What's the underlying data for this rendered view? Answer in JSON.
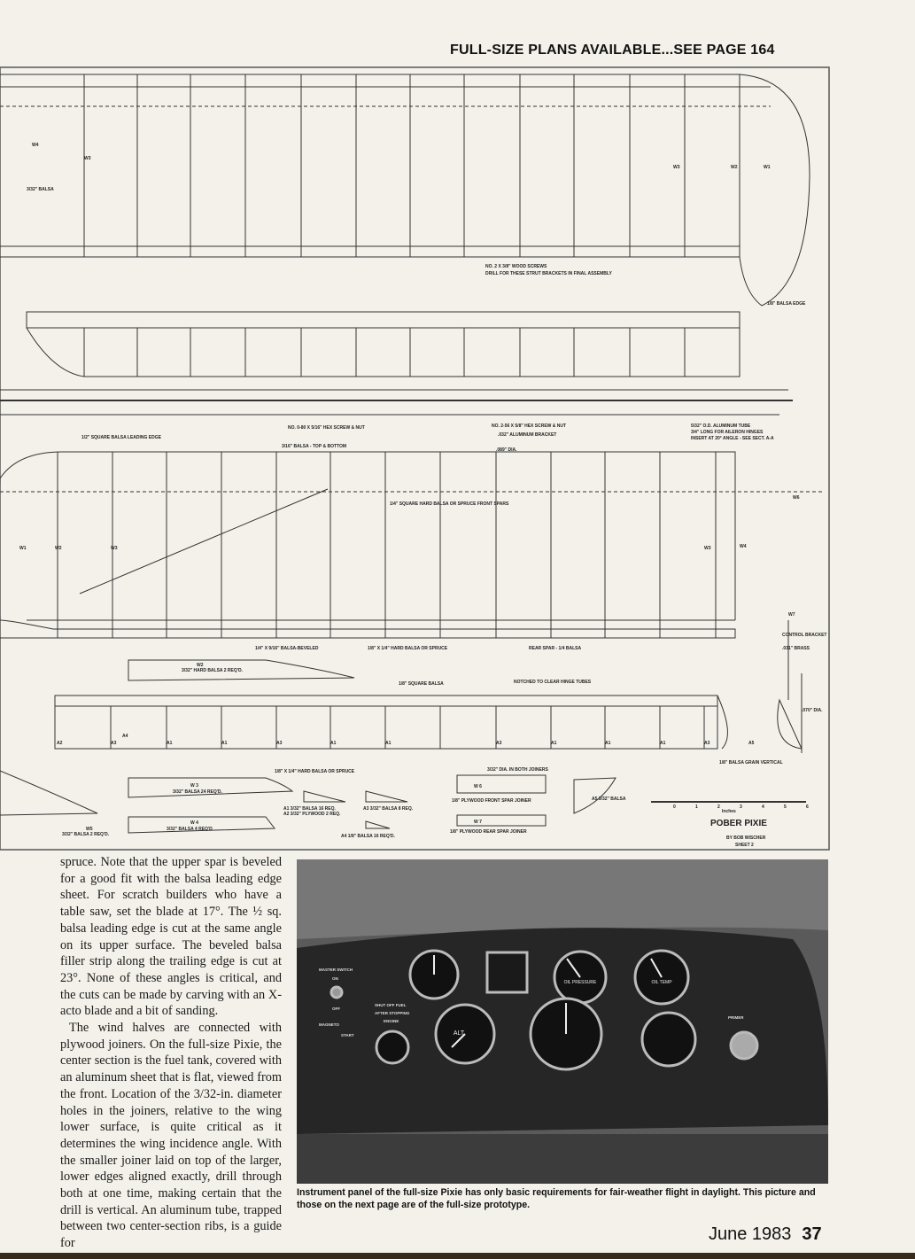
{
  "header": {
    "plans_notice": "FULL-SIZE PLANS AVAILABLE...SEE PAGE 164"
  },
  "plans": {
    "title": "POBER PIXIE",
    "byline": "BY BOB WISCHER",
    "sheet": "SHEET 2",
    "scale_label": "Inches",
    "scale_ticks": [
      "0",
      "1",
      "2",
      "3",
      "4",
      "5",
      "6"
    ],
    "labels": {
      "w1": "W1",
      "w2": "W2",
      "w3": "W3",
      "w4": "W4",
      "w6": "W6",
      "w7": "W7",
      "balsa_332": "3/32\" BALSA",
      "wood_screws": "NO. 2 X 3/8\" WOOD SCREWS",
      "drill_note": "DRILL FOR THESE STRUT BRACKETS IN FINAL ASSEMBLY",
      "balsa_edge": "1/8\" BALSA EDGE",
      "leading_edge": "1/2\" SQUARE BALSA LEADING EDGE",
      "hex_screw_1": "NO. 0-80 X 5/16\" HEX SCREW & NUT",
      "balsa_top_bottom": "3/16\" BALSA - TOP & BOTTOM",
      "hex_screw_2": "NO. 2-56 X 5/8\" HEX SCREW & NUT",
      "alum_bracket": ".032\" ALUMINUM BRACKET",
      "dia_089": ".089\" DIA.",
      "alum_tube": "5/32\" O.D. ALUMINUM TUBE",
      "alum_tube_2": "3/4\" LONG FOR AILERON HINGES",
      "alum_tube_3": "INSERT AT 20° ANGLE - SEE SECT. A-A",
      "front_spars": "1/4\" SQUARE HARD BALSA OR SPRUCE FRONT SPARS",
      "beveled": "1/4\" X 9/16\" BALSA-BEVELED",
      "hard_balsa_spruce": "1/8\" X 1/4\" HARD BALSA OR SPRUCE",
      "rear_spar": "REAR SPAR - 1/4 BALSA",
      "control_bracket": "CONTROL BRACKET",
      "brass": ".031\" BRASS",
      "w2_part": "W2",
      "w2_desc": "3/32\" HARD BALSA 2 REQ'D.",
      "square_balsa": "1/8\" SQUARE BALSA",
      "notched": "NOTCHED TO CLEAR HINGE TUBES",
      "a1": "A1",
      "a2": "A2",
      "a3": "A3",
      "a4": "A4",
      "a5": "A5",
      "dia_070": ".070\" DIA.",
      "grain_vertical": "1/8\" BALSA GRAIN VERTICAL",
      "hard_balsa_spruce_2": "1/8\" X 1/4\" HARD BALSA OR SPRUCE",
      "w3_part": "W 3",
      "w3_desc": "3/32\" BALSA 24 REQ'D.",
      "w4_part": "W 4",
      "w4_desc": "3/32\" BALSA 4 REQ'D",
      "w5_part": "W5",
      "w5_desc": "3/32\" BALSA 2 REQ'D.",
      "a1_desc": "A1 3/32\" BALSA 16 REQ.",
      "a2_desc": "A2 3/32\" PLYWOOD 2 REQ.",
      "a3_desc": "A3 3/32\" BALSA 8 REQ.",
      "a4_desc": "A4 1/8\" BALSA 16 REQ'D.",
      "joiner_holes": "3/32\" DIA. IN BOTH JOINERS",
      "w6_part": "W 6",
      "front_joiner": "1/8\" PLYWOOD FRONT SPAR JOINER",
      "w7_part": "W 7",
      "rear_joiner": "1/8\" PLYWOOD REAR SPAR JOINER",
      "a5_desc": "A5 3/32\" BALSA"
    }
  },
  "article": {
    "paragraphs": [
      "spruce. Note that the upper spar is beveled for a good fit with the balsa leading edge sheet. For scratch builders who have a table saw, set the blade at 17°. The ½ sq. balsa leading edge is cut at the same angle on its upper surface. The beveled balsa filler strip along the trailing edge is cut at 23°. None of these angles is critical, and the cuts can be made by carving with an X-acto blade and a bit of sanding.",
      "The wind halves are connected with plywood joiners. On the full-size Pixie, the center section is the fuel tank, covered with an aluminum sheet that is flat, viewed from the front. Location of the 3/32-in. diameter holes in the joiners, relative to the wing lower surface, is quite critical as it determines the wing incidence angle. With the smaller joiner laid on top of the larger, lower edges aligned exactly, drill through both at one time, making certain that the drill is vertical. An aluminum tube, trapped between two center-section ribs, is a guide for"
    ]
  },
  "photo": {
    "panel_labels": {
      "master_switch": "MASTER SWITCH",
      "on": "ON",
      "off": "OFF",
      "shut_off_fuel": "SHUT OFF FUEL",
      "after_stopping": "AFTER STOPPING",
      "engine": "ENGINE",
      "mag": "MAGNETO",
      "start": "START",
      "oil_pressure": "OIL PRESSURE",
      "oil_temp": "OIL TEMP",
      "alt": "ALT",
      "primer": "PRIMER"
    }
  },
  "caption": "Instrument panel of the full-size Pixie has only basic requirements for fair-weather flight in daylight. This picture and those on the next page are of the full-size prototype.",
  "footer": {
    "issue": "June 1983",
    "page": "37"
  }
}
